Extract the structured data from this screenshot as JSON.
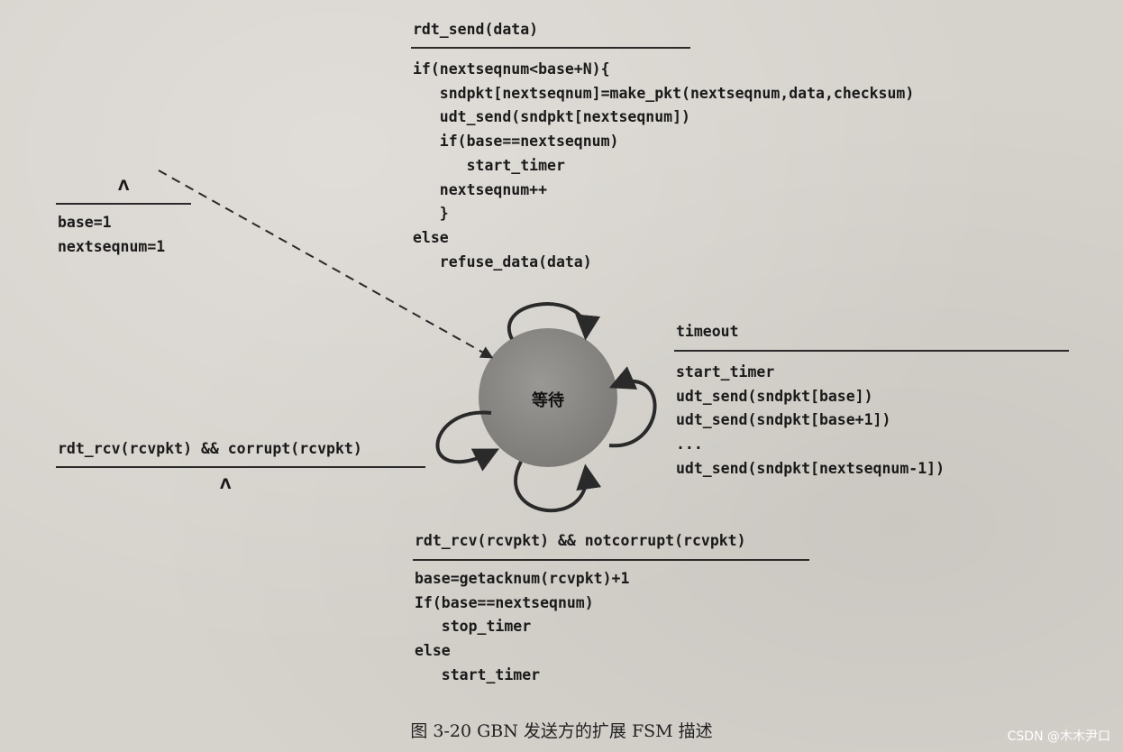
{
  "rdt_send": {
    "event": "rdt_send(data)",
    "actions": "if(nextseqnum<base+N){\n   sndpkt[nextseqnum]=make_pkt(nextseqnum,data,checksum)\n   udt_send(sndpkt[nextseqnum])\n   if(base==nextseqnum)\n      start_timer\n   nextseqnum++\n   }\nelse\n   refuse_data(data)"
  },
  "init": {
    "event": "Λ",
    "actions": "base=1\nnextseqnum=1"
  },
  "timeout": {
    "event": "timeout",
    "actions": "start_timer\nudt_send(sndpkt[base])\nudt_send(sndpkt[base+1])\n...\nudt_send(sndpkt[nextseqnum-1])"
  },
  "corrupt": {
    "event": "rdt_rcv(rcvpkt) && corrupt(rcvpkt)",
    "action": "Λ"
  },
  "notcorrupt": {
    "event": "rdt_rcv(rcvpkt) && notcorrupt(rcvpkt)",
    "actions": "base=getacknum(rcvpkt)+1\nIf(base==nextseqnum)\n   stop_timer\nelse\n   start_timer"
  },
  "state": {
    "label": "等待"
  },
  "caption": "图 3-20   GBN 发送方的扩展 FSM 描述",
  "watermark": "CSDN @木木尹口",
  "colors": {
    "state_fill": "#8a8885",
    "arrow": "#2a2a2a",
    "background": "#d6d2cc"
  }
}
